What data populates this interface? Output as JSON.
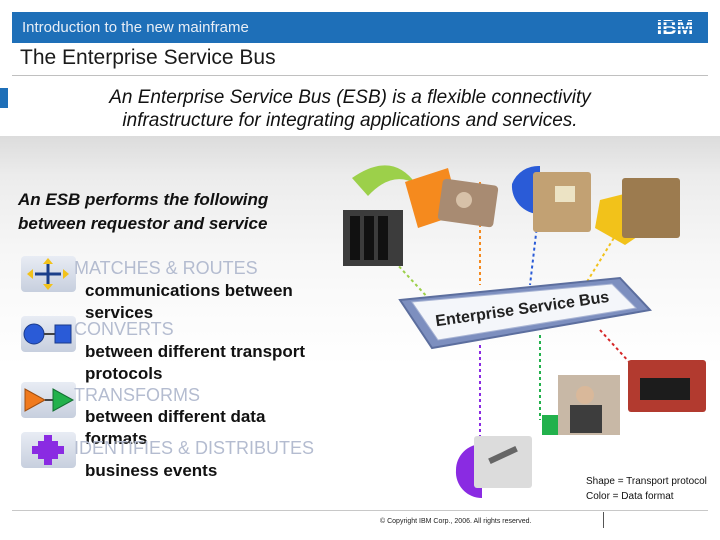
{
  "header": {
    "title": "Introduction to the new mainframe",
    "logo": "IBM"
  },
  "slide": {
    "title": "The Enterprise Service Bus",
    "intro_line1": "An Enterprise Service Bus (ESB) is a flexible connectivity",
    "intro_line2": "infrastructure for integrating applications and services.",
    "section_heading_line1": "An ESB performs the following",
    "section_heading_line2": "between requestor and service"
  },
  "bullets": [
    {
      "keyword": "MATCHES & ROUTES",
      "desc_lines": [
        "communications between",
        "services"
      ],
      "icon": "arrows-routing-icon"
    },
    {
      "keyword": "CONVERTS",
      "desc_lines": [
        "between different transport",
        "protocols"
      ],
      "icon": "shape-convert-icon"
    },
    {
      "keyword": "TRANSFORMS",
      "desc_lines": [
        "between different data",
        "formats"
      ],
      "icon": "triangle-transform-icon"
    },
    {
      "keyword": "IDENTIFIES & DISTRIBUTES",
      "desc_lines": [
        "business events"
      ],
      "icon": "puzzle-distribute-icon"
    }
  ],
  "diagram": {
    "bus_label": "Enterprise Service Bus"
  },
  "legend": {
    "line1": "Shape = Transport protocol",
    "line2": "Color = Data format"
  },
  "footer": {
    "copyright": "© Copyright IBM Corp., 2006. All rights reserved."
  },
  "colors": {
    "header_blue": "#1e6fb8",
    "bus_blue": "#7d8fbf",
    "keyword_grey": "#b4bcd0"
  }
}
